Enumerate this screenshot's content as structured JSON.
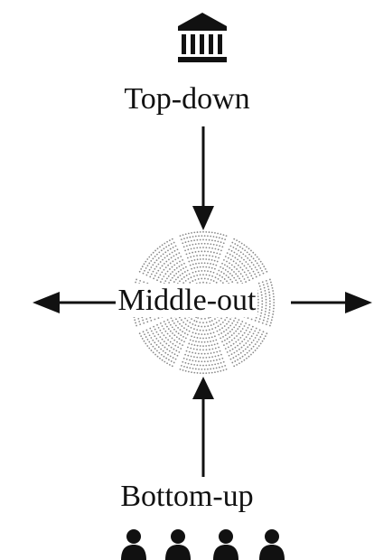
{
  "labels": {
    "top": "Top-down",
    "middle": "Middle-out",
    "bottom": "Bottom-up"
  },
  "icons": {
    "top": "institution-icon",
    "middle": "parliament-seating-icon",
    "bottom": "people-icon"
  },
  "colors": {
    "ink": "#111111",
    "seat_dots": "#8a8a8a",
    "background": "#ffffff"
  }
}
